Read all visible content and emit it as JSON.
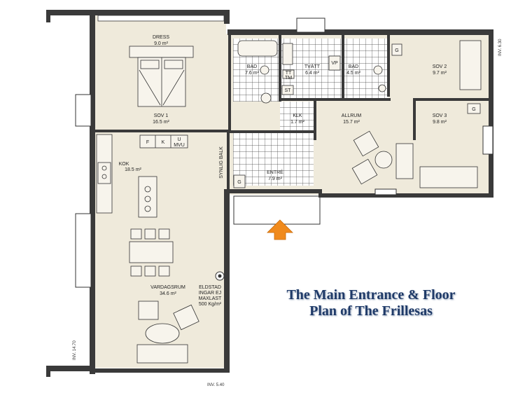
{
  "caption": {
    "line1": "The Main Entrance & Floor",
    "line2": "Plan of The Frillesas"
  },
  "rooms": {
    "dress": {
      "name": "DRESS",
      "area": "9.0 m²"
    },
    "sov1": {
      "name": "SOV 1",
      "area": "16.5 m²"
    },
    "bad1": {
      "name": "BAD",
      "area": "7.6 m²"
    },
    "tvatt": {
      "name": "TVÄTT",
      "area": "6.4 m²"
    },
    "bad2": {
      "name": "BAD",
      "area": "4.5 m²"
    },
    "sov2": {
      "name": "SOV 2",
      "area": "9.7 m²"
    },
    "klk": {
      "name": "KLK",
      "area": "1.7 m²"
    },
    "allrum": {
      "name": "ALLRUM",
      "area": "15.7 m²"
    },
    "sov3": {
      "name": "SOV 3",
      "area": "9.8 m²"
    },
    "kok": {
      "name": "KOK",
      "area": "18.5 m²"
    },
    "entre": {
      "name": "ENTRÉ",
      "area": "7.9 m²"
    },
    "vardagsrum": {
      "name": "VARDAGSRUM",
      "area": "34.6 m²"
    }
  },
  "fixtures": {
    "f": "F",
    "k": "K",
    "u_mvu_1": "U",
    "u_mvu_2": "MVU",
    "tt": "TT",
    "tm": "TM",
    "st": "ST",
    "vp": "VP",
    "g": "G",
    "synlig_balk": "SYNLIG BALK",
    "eldstad_1": "ELDSTAD",
    "eldstad_2": "INGAR EJ",
    "eldstad_3": "MAXLAST",
    "eldstad_4": "500 Kg/m²"
  },
  "dimensions": {
    "right": "INV. 6.30",
    "left": "INV. 14.70",
    "bottom": "INV. 5.40"
  },
  "colors": {
    "floor": "#efeadb",
    "wall": "#3a3a3a",
    "tile_grid": "#3a3a3a",
    "arrow": "#f08a1c",
    "caption": "#1f3a68"
  },
  "icons": [
    "entrance-arrow-icon",
    "fireplace-icon",
    "north-arrow-icon"
  ]
}
